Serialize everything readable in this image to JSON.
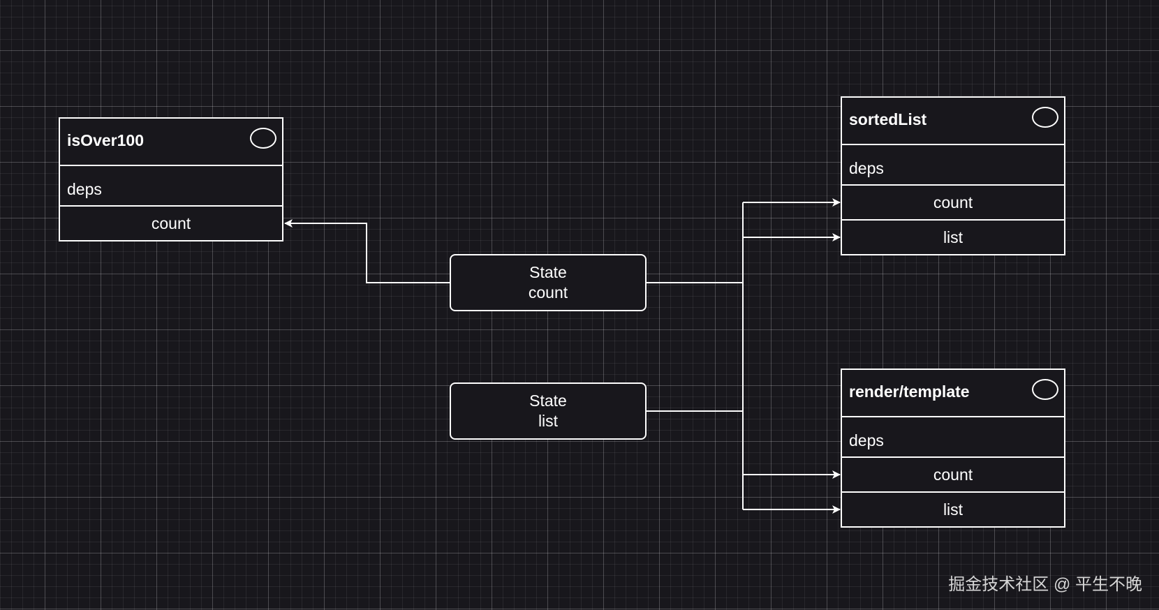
{
  "colors": {
    "background": "#18171c",
    "stroke": "#ffffff",
    "text": "#ffffff"
  },
  "nodes": {
    "is_over_100": {
      "title": "isOver100",
      "deps_label": "deps",
      "deps": [
        "count"
      ]
    },
    "sorted_list": {
      "title": "sortedList",
      "deps_label": "deps",
      "deps": [
        "count",
        "list"
      ]
    },
    "render_template": {
      "title": "render/template",
      "deps_label": "deps",
      "deps": [
        "count",
        "list"
      ]
    }
  },
  "states": {
    "count": {
      "line1": "State",
      "line2": "count"
    },
    "list": {
      "line1": "State",
      "line2": "list"
    }
  },
  "watermark": "掘金技术社区 @ 平生不晚"
}
